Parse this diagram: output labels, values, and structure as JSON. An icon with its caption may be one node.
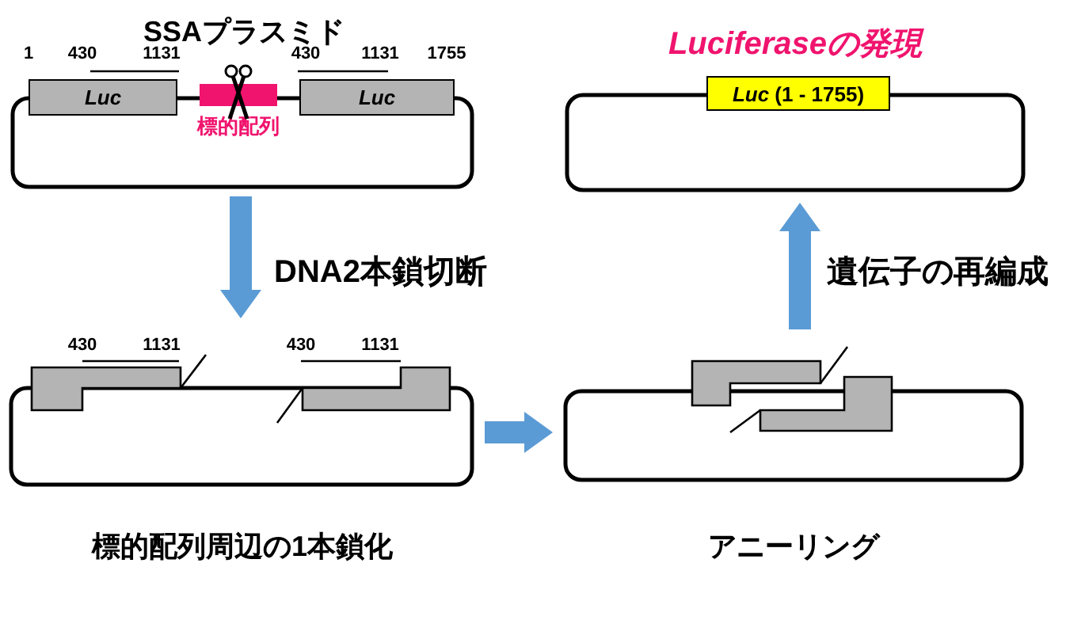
{
  "diagram": {
    "nodes": [
      {
        "text": [
          "SSAプラスミド"
        ]
      },
      {
        "text": [
          "Luc"
        ]
      },
      {
        "text": [],
        "shape": "box",
        "beside": [
          "標的配列"
        ]
      },
      {
        "text": [
          "Luc"
        ]
      },
      {
        "text": [
          "Luciferaseの発現"
        ]
      },
      {
        "text": [
          "*Luc* (1 - 1755)"
        ]
      },
      {
        "text": [
          "標的配列周辺の1本鎖化"
        ]
      },
      {
        "text": [],
        "shape": "box"
      },
      {
        "text": [],
        "shape": "box"
      },
      {
        "text": [
          "アニーリング"
        ]
      },
      {
        "text": [],
        "shape": "box"
      },
      {
        "text": [],
        "shape": "box"
      }
    ],
    "edges": [
      {
        "from": 0,
        "to": 6,
        "arrow": "to",
        "label": "DNA2本鎖切断"
      },
      {
        "from": 6,
        "to": 9,
        "arrow": "to"
      },
      {
        "from": 9,
        "to": 4,
        "arrow": "to",
        "label": "遺伝子の再編成"
      }
    ],
    "labels": [
      "1",
      "430",
      "1131",
      "430",
      "1131",
      "1755",
      "430",
      "1131",
      "430",
      "1131"
    ]
  }
}
